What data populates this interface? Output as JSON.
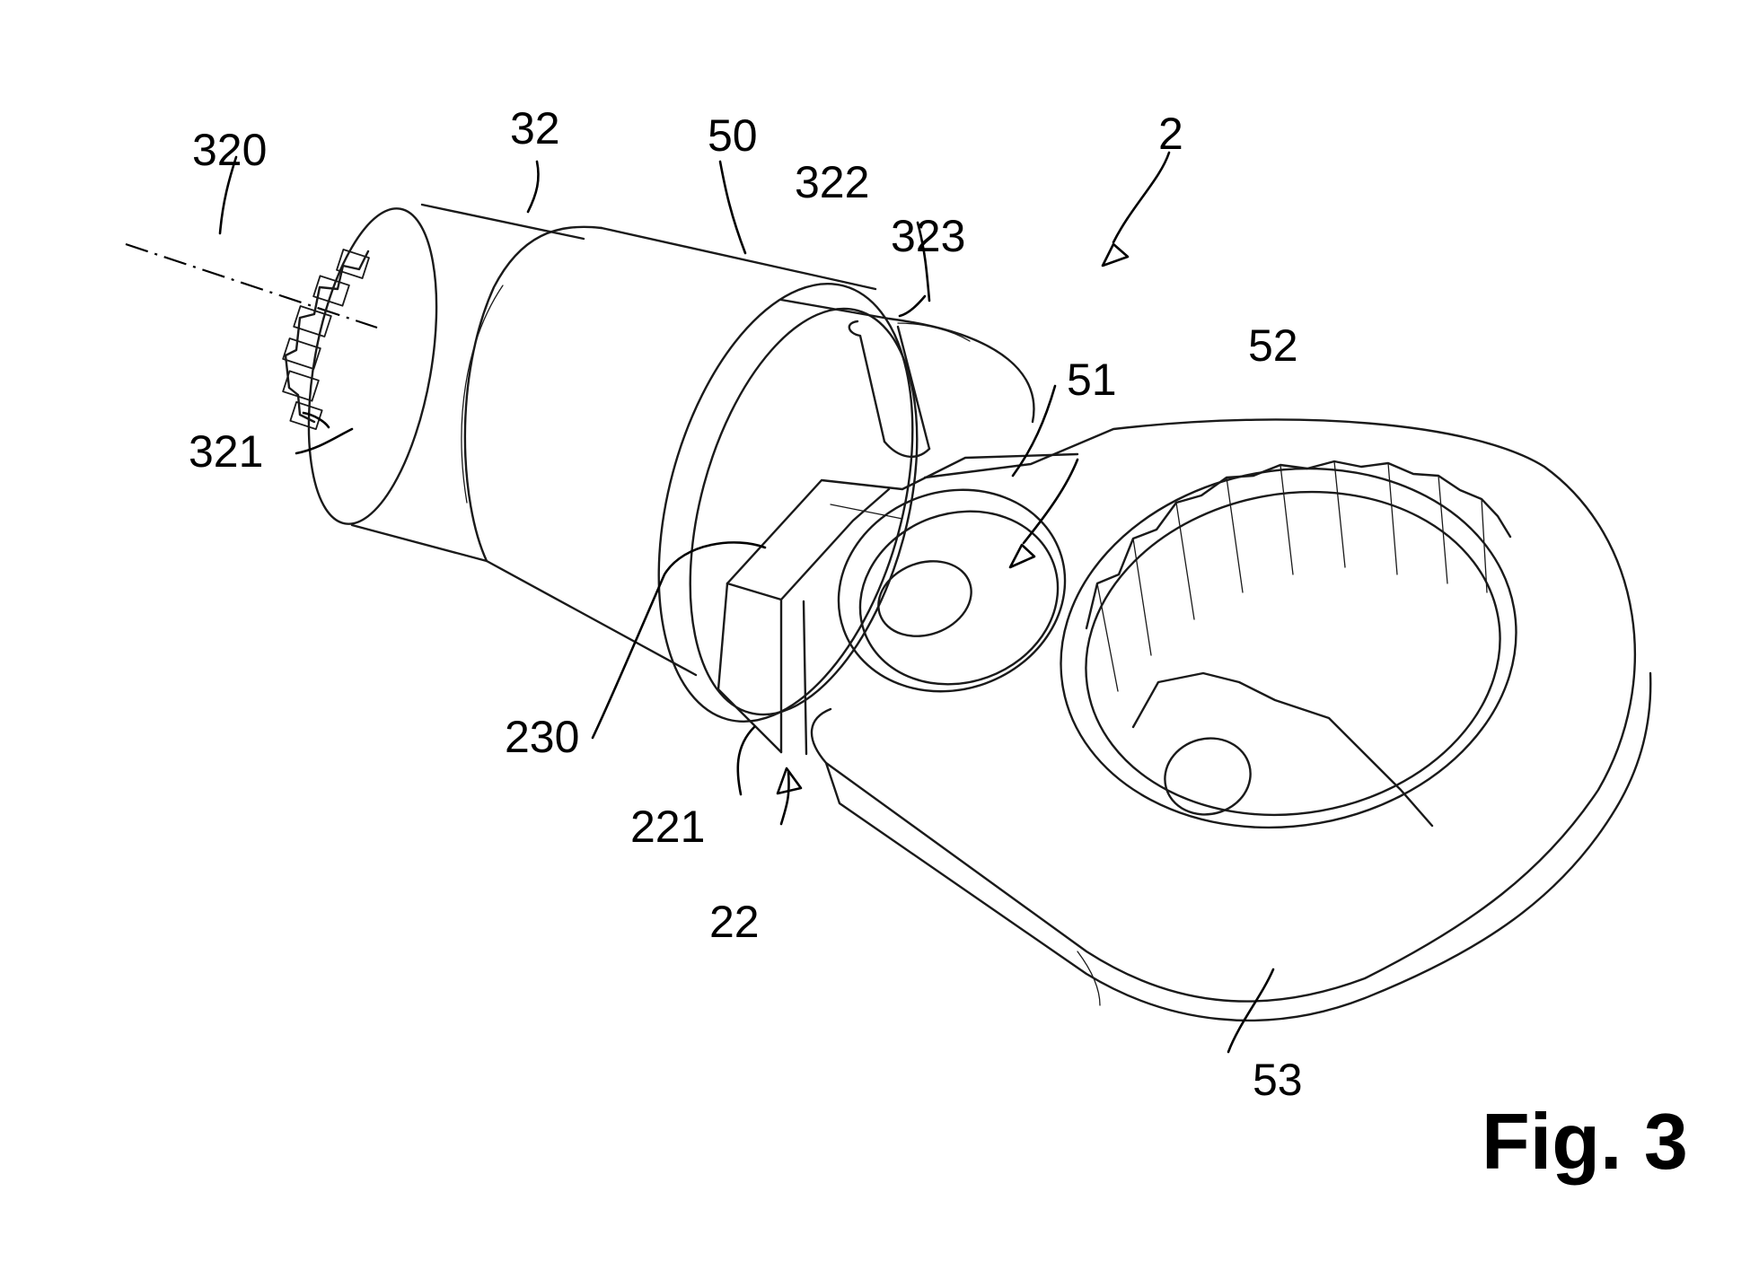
{
  "figure": {
    "caption": "Fig. 3"
  },
  "labels": {
    "l2": "2",
    "l22": "22",
    "l32": "32",
    "l50": "50",
    "l51": "51",
    "l52": "52",
    "l53": "53",
    "l221": "221",
    "l230": "230",
    "l320": "320",
    "l321": "321",
    "l322": "322",
    "l323": "323"
  }
}
